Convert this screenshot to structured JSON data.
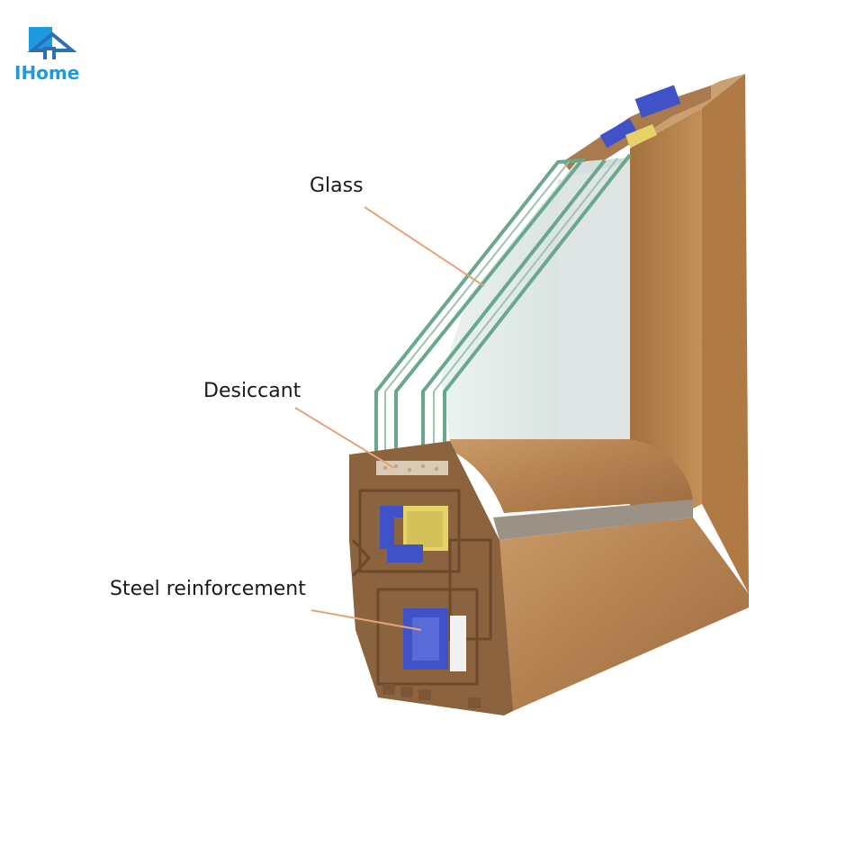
{
  "brand": {
    "logo_text": "IHome"
  },
  "callouts": [
    {
      "id": "glass",
      "label": "Glass"
    },
    {
      "id": "desiccant",
      "label": "Desiccant"
    },
    {
      "id": "steel",
      "label": "Steel reinforcement"
    }
  ],
  "colors": {
    "leader_line": "#e3a47a",
    "wood": "#b98a5b",
    "wood_dark": "#8c633f",
    "glass_edge": "#6aa88b",
    "reinforcement": "#3f52c8",
    "seal_yellow": "#e5d36a",
    "logo_blue": "#1e9be0"
  }
}
